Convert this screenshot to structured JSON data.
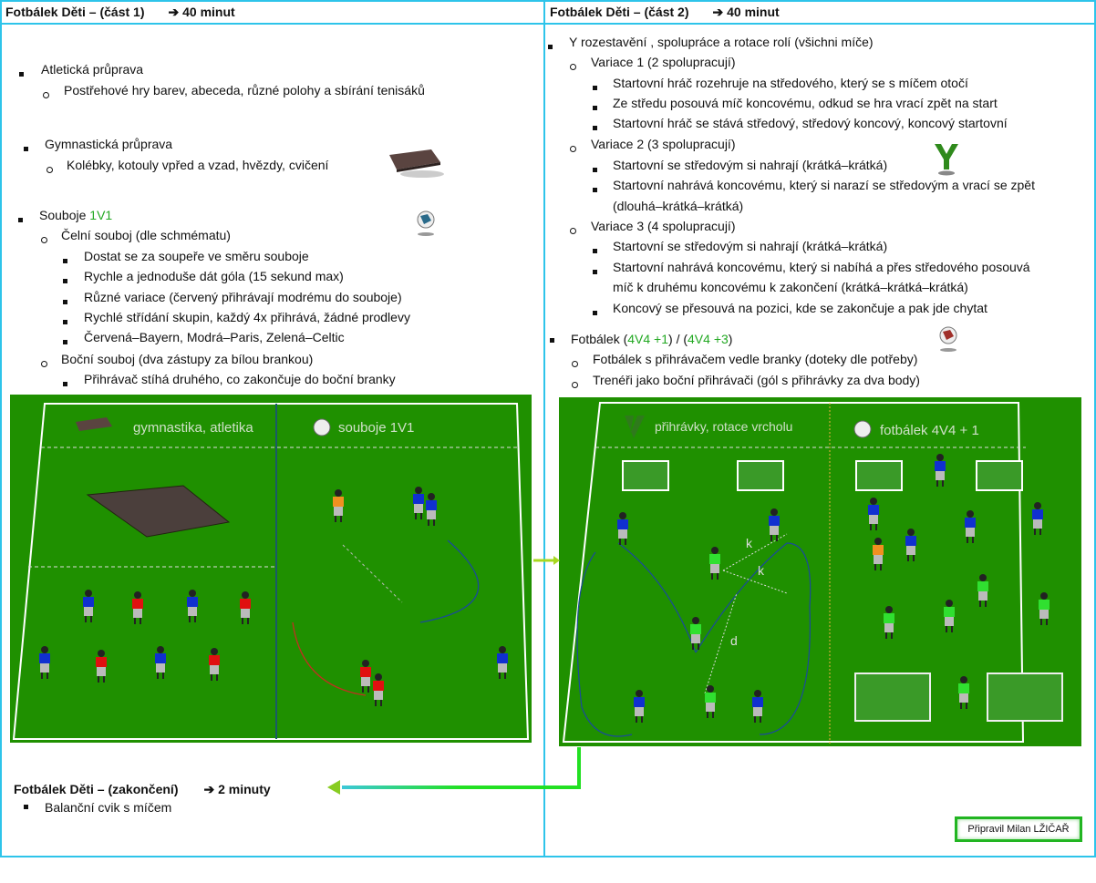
{
  "left": {
    "title": "Fotbálek Děti – (část 1)",
    "duration": "➔ 40 minut",
    "items": {
      "atletika": "Atletická průprava",
      "atletika_sub": "Postřehové hry barev, abeceda, různé polohy a sbírání tenisáků",
      "gymnastika": "Gymnastická průprava",
      "gymnastika_sub": "Kolébky, kotouly vpřed a vzad, hvězdy, cvičení",
      "souboje": "Souboje ",
      "souboje_green": "1V1",
      "celni": "Čelní souboj (dle schmématu)",
      "celni_items": [
        "Dostat se za soupeře ve směru souboje",
        "Rychle a jednoduše dát góla (15 sekund max)",
        "Různé variace (červený přihrávají modrému do souboje)",
        "Rychlé střídání skupin, každý 4x přihrává, žádné prodlevy",
        "Červená–Bayern, Modrá–Paris, Zelená–Celtic"
      ],
      "bocni": "Boční souboj (dva zástupy za bílou brankou)",
      "bocni_items": [
        "Přihrávač stíhá druhého,  co zakončuje do boční branky"
      ]
    },
    "field": {
      "label_left": "gymnastika, atletika",
      "label_right": "souboje 1V1"
    }
  },
  "right": {
    "title": "Fotbálek Děti – (část 2)",
    "duration": "➔ 40 minut",
    "y": "Y rozestavění , spolupráce a rotace rolí  (všichni míče)",
    "v1": "Variace 1 (2 spolupracují)",
    "v1_items": [
      "Startovní hráč rozehruje na středového, který se s míčem otočí",
      "Ze středu posouvá míč koncovému, odkud se hra vrací zpět na start",
      "Startovní hráč se stává středový, středový koncový, koncový startovní"
    ],
    "v2": "Variace 2 (3 spolupracují)",
    "v2_items": [
      "Startovní se středovým si nahrají (krátká–krátká)",
      "Startovní nahrává koncovému, který si narazí se středovým a vrací se zpět",
      "(dlouhá–krátká–krátká)"
    ],
    "v3": "Variace 3 (4 spolupracují)",
    "v3_items": [
      "Startovní se středovým si nahrají (krátká–krátká)",
      "Startovní nahrává koncovému, který si nabíhá  a přes středového posouvá",
      "míč k druhému koncovému k zakončení  (krátká–krátká–krátká)",
      "Koncový se přesouvá na pozici, kde se zakončuje a pak jde chytat"
    ],
    "fotbalek": "Fotbálek (",
    "fotbalek_g1": "4V4 +1",
    "fotbalek_mid": ") / (",
    "fotbalek_g2": "4V4 +3",
    "fotbalek_end": ")",
    "fotbalek_items": [
      "Fotbálek s přihrávačem vedle branky (doteky dle potřeby)",
      "Trenéři jako boční přihrávači (gól s přihrávky za dva body)"
    ],
    "field": {
      "label_left": "přihrávky, rotace vrcholu",
      "label_right": "fotbálek 4V4 + 1",
      "mark_k": "k",
      "mark_d": "d"
    }
  },
  "finish": {
    "title": "Fotbálek Děti – (zakončení)",
    "duration": "➔ 2 minuty",
    "item": "Balanční cvik s míčem"
  },
  "signature": "Připravil Milan LŽIČAŘ",
  "colors": {
    "border": "#2ec4ea",
    "field": "#1f9000",
    "accent_green": "#22a822"
  }
}
